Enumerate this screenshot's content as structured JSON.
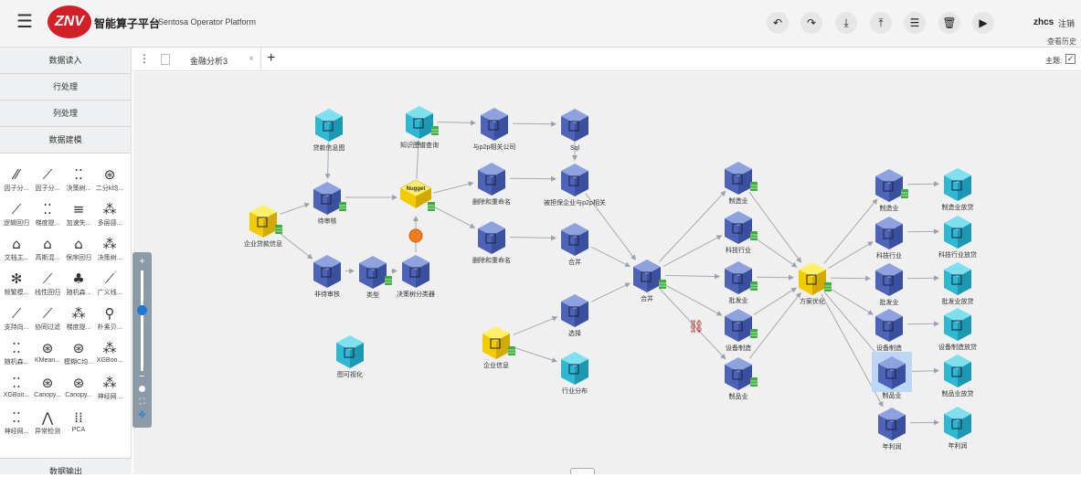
{
  "header": {
    "menu_icon": "hamburger-icon",
    "logo": "ZNV",
    "title": "智能算子平台",
    "subtitle": "Sentosa Operator Platform",
    "toolbar": [
      {
        "name": "undo-button",
        "icon": "undo-icon",
        "glyph": "↶"
      },
      {
        "name": "redo-button",
        "icon": "redo-icon",
        "glyph": "↷"
      },
      {
        "name": "download-button",
        "icon": "download-icon",
        "glyph": "⤓"
      },
      {
        "name": "upload-button",
        "icon": "upload-icon",
        "glyph": "⤒"
      },
      {
        "name": "list-button",
        "icon": "list-icon",
        "glyph": "☰"
      },
      {
        "name": "delete-button",
        "icon": "trash-icon",
        "glyph": "🗑"
      },
      {
        "name": "run-button",
        "icon": "play-icon",
        "glyph": "▶"
      }
    ],
    "user": "zhcs",
    "logout": "注销",
    "history": "查看历史"
  },
  "sidebar": {
    "sections": [
      "数据读入",
      "行处理",
      "列处理",
      "数据建模"
    ],
    "algorithms": [
      {
        "glyph": "⁄⁄",
        "label": "因子分..."
      },
      {
        "glyph": "⟋",
        "label": "因子分..."
      },
      {
        "glyph": "⁚⁚",
        "label": "决策树..."
      },
      {
        "glyph": "⊛",
        "label": "二分k均..."
      },
      {
        "glyph": "⟋",
        "label": "逻辑回归"
      },
      {
        "glyph": "⁚⁚",
        "label": "梯度提..."
      },
      {
        "glyph": "≡",
        "label": "加速失..."
      },
      {
        "glyph": "⁂",
        "label": "多层感..."
      },
      {
        "glyph": "⌂",
        "label": "文档主..."
      },
      {
        "glyph": "⌂",
        "label": "高斯混..."
      },
      {
        "glyph": "⌂",
        "label": "保序回归"
      },
      {
        "glyph": "⁂",
        "label": "决策树..."
      },
      {
        "glyph": "✻",
        "label": "频繁模..."
      },
      {
        "glyph": "⟋",
        "label": "线性回归"
      },
      {
        "glyph": "♣",
        "label": "随机森..."
      },
      {
        "glyph": "⟋",
        "label": "广义线..."
      },
      {
        "glyph": "⟋",
        "label": "支持向..."
      },
      {
        "glyph": "⟋",
        "label": "协同过滤"
      },
      {
        "glyph": "⁂",
        "label": "梯度提..."
      },
      {
        "glyph": "⚲",
        "label": "朴素贝..."
      },
      {
        "glyph": "⁚⁚",
        "label": "随机森..."
      },
      {
        "glyph": "⊛",
        "label": "KMean..."
      },
      {
        "glyph": "⊛",
        "label": "模糊C均..."
      },
      {
        "glyph": "⁂",
        "label": "XGBoo..."
      },
      {
        "glyph": "⁚⁚",
        "label": "XGBoo..."
      },
      {
        "glyph": "⊛",
        "label": "Canopy..."
      },
      {
        "glyph": "⊛",
        "label": "Canopy..."
      },
      {
        "glyph": "⁂",
        "label": "神经网..."
      },
      {
        "glyph": "⁚⁚",
        "label": "神经网..."
      },
      {
        "glyph": "⋀",
        "label": "异常检测"
      },
      {
        "glyph": "⁞⁞",
        "label": "PCA"
      }
    ],
    "output_section": "数据输出"
  },
  "tabs": [
    {
      "label": "金融分析3",
      "close": "×"
    }
  ],
  "tab_add": "+",
  "tab_menu": "⋮",
  "theme_label": "主题:",
  "theme_check": "✓",
  "zoom": {
    "plus": "+",
    "minus": "−",
    "fit": "⛶",
    "move": "✥"
  },
  "chart_data": {
    "type": "flow",
    "nodes": [
      {
        "id": "n1",
        "label": "贷款信息图",
        "kind": "teal"
      },
      {
        "id": "n2",
        "label": "知识图谱查询",
        "kind": "teal",
        "db": true
      },
      {
        "id": "n3",
        "label": "与p2p相关公司",
        "kind": "blue"
      },
      {
        "id": "n4",
        "label": "Sql",
        "kind": "blue"
      },
      {
        "id": "n5",
        "label": "企业贷款信息",
        "kind": "yellow",
        "db": true
      },
      {
        "id": "n6",
        "label": "待审核",
        "kind": "blue",
        "db": true
      },
      {
        "id": "n7",
        "label": "Nugget",
        "kind": "nugget",
        "db": true
      },
      {
        "id": "n8",
        "label": "删除和重命名",
        "kind": "blue"
      },
      {
        "id": "n9",
        "label": "被担保企业与p2p相关",
        "kind": "blue"
      },
      {
        "id": "n10",
        "label": "删除和重命名",
        "kind": "blue"
      },
      {
        "id": "n11",
        "label": "合并",
        "kind": "blue"
      },
      {
        "id": "n12",
        "label": "非待审核",
        "kind": "blue"
      },
      {
        "id": "n13",
        "label": "类型",
        "kind": "blue",
        "db": true
      },
      {
        "id": "n14",
        "label": "决策树分类器",
        "kind": "blue"
      },
      {
        "id": "n15",
        "label": "图可视化",
        "kind": "teal"
      },
      {
        "id": "n16",
        "label": "企业信息",
        "kind": "yellow",
        "db": true
      },
      {
        "id": "n17",
        "label": "选择",
        "kind": "blue"
      },
      {
        "id": "n18",
        "label": "行业分布",
        "kind": "teal"
      },
      {
        "id": "n19",
        "label": "合并",
        "kind": "blue",
        "db": true
      },
      {
        "id": "n20",
        "label": "制造业",
        "kind": "blue",
        "db": true
      },
      {
        "id": "n21",
        "label": "科技行业",
        "kind": "blue",
        "db": true
      },
      {
        "id": "n22",
        "label": "批发业",
        "kind": "blue",
        "db": true
      },
      {
        "id": "n23",
        "label": "设备制造",
        "kind": "blue",
        "db": true
      },
      {
        "id": "n24",
        "label": "制品业",
        "kind": "blue",
        "db": true
      },
      {
        "id": "n25",
        "label": "方案优化",
        "kind": "yellow",
        "db": true
      },
      {
        "id": "n26",
        "label": "制造业",
        "kind": "blue",
        "db": true
      },
      {
        "id": "n27",
        "label": "科技行业",
        "kind": "blue"
      },
      {
        "id": "n28",
        "label": "批发业",
        "kind": "blue"
      },
      {
        "id": "n29",
        "label": "设备制造",
        "kind": "blue"
      },
      {
        "id": "n30",
        "label": "制品业",
        "kind": "blue",
        "selected": true
      },
      {
        "id": "n31",
        "label": "年利润",
        "kind": "blue"
      },
      {
        "id": "n32",
        "label": "制造业放贷",
        "kind": "teal"
      },
      {
        "id": "n33",
        "label": "科技行业放贷",
        "kind": "teal"
      },
      {
        "id": "n34",
        "label": "批发业放贷",
        "kind": "teal"
      },
      {
        "id": "n35",
        "label": "设备制造放贷",
        "kind": "teal"
      },
      {
        "id": "n36",
        "label": "制品业放贷",
        "kind": "teal"
      },
      {
        "id": "n37",
        "label": "年利润",
        "kind": "teal"
      }
    ],
    "edges": [
      [
        "n1",
        "n6"
      ],
      [
        "n2",
        "n3"
      ],
      [
        "n3",
        "n4"
      ],
      [
        "n4",
        "n9"
      ],
      [
        "n5",
        "n6"
      ],
      [
        "n5",
        "n12"
      ],
      [
        "n6",
        "n7"
      ],
      [
        "n7",
        "n2"
      ],
      [
        "n7",
        "n8"
      ],
      [
        "n7",
        "n10"
      ],
      [
        "n8",
        "n9"
      ],
      [
        "n10",
        "n11"
      ],
      [
        "n12",
        "n13"
      ],
      [
        "n13",
        "n14"
      ],
      [
        "n14",
        "n7"
      ],
      [
        "n11",
        "n19"
      ],
      [
        "n9",
        "n19"
      ],
      [
        "n16",
        "n17"
      ],
      [
        "n16",
        "n18"
      ],
      [
        "n17",
        "n19"
      ],
      [
        "n19",
        "n20"
      ],
      [
        "n19",
        "n21"
      ],
      [
        "n19",
        "n22"
      ],
      [
        "n19",
        "n23"
      ],
      [
        "n19",
        "n24"
      ],
      [
        "n20",
        "n25"
      ],
      [
        "n21",
        "n25"
      ],
      [
        "n22",
        "n25"
      ],
      [
        "n23",
        "n25"
      ],
      [
        "n24",
        "n25"
      ],
      [
        "n25",
        "n26"
      ],
      [
        "n25",
        "n27"
      ],
      [
        "n25",
        "n28"
      ],
      [
        "n25",
        "n29"
      ],
      [
        "n25",
        "n30"
      ],
      [
        "n25",
        "n31"
      ],
      [
        "n26",
        "n32"
      ],
      [
        "n27",
        "n33"
      ],
      [
        "n28",
        "n34"
      ],
      [
        "n29",
        "n35"
      ],
      [
        "n30",
        "n36"
      ],
      [
        "n31",
        "n37"
      ]
    ]
  }
}
